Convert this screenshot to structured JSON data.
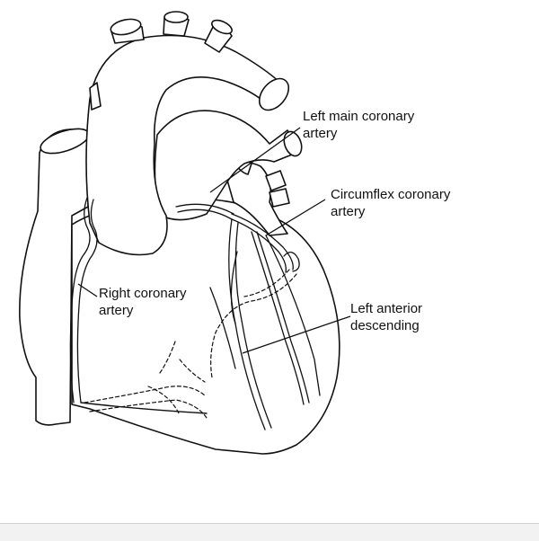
{
  "labels": {
    "left_main": [
      "Left main coronary",
      "artery"
    ],
    "circumflex": [
      "Circumflex coronary",
      "artery"
    ],
    "right": [
      "Right coronary",
      "artery"
    ],
    "lad": [
      "Left anterior",
      "descending"
    ]
  }
}
